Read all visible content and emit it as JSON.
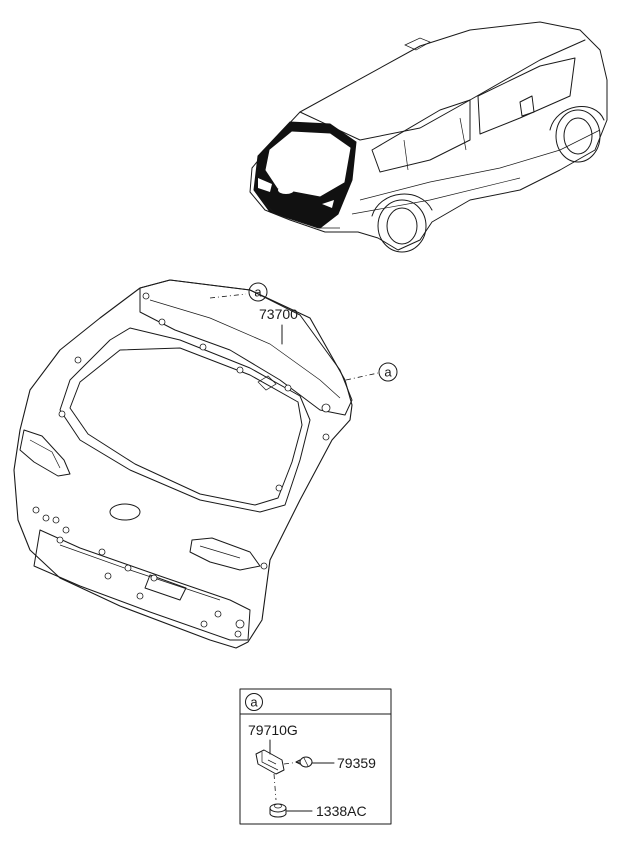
{
  "callouts": {
    "part_tailgate": "73700",
    "ref_a_1": "a",
    "ref_a_2": "a"
  },
  "detail_box": {
    "header": "a",
    "part_bracket": "79710G",
    "part_screw": "79359",
    "part_nut": "1338AC"
  }
}
